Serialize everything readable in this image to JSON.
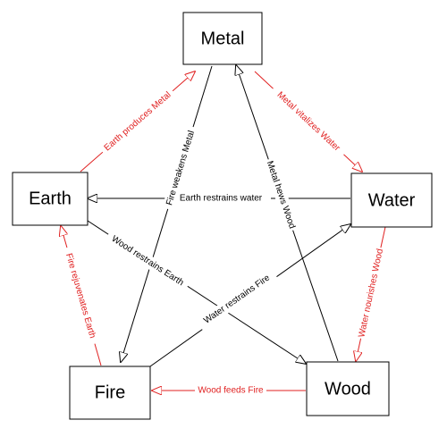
{
  "colors": {
    "generating": "#e02020",
    "controlling": "#000000",
    "node_border": "#000000",
    "node_fill": "#ffffff"
  },
  "nodes": {
    "metal": {
      "label": "Metal"
    },
    "water": {
      "label": "Water"
    },
    "wood": {
      "label": "Wood"
    },
    "fire": {
      "label": "Fire"
    },
    "earth": {
      "label": "Earth"
    }
  },
  "edges": [
    {
      "id": "earth-produces-metal",
      "from": "earth",
      "to": "metal",
      "label": "Earth produces Metal",
      "kind": "generating"
    },
    {
      "id": "metal-vitalizes-water",
      "from": "metal",
      "to": "water",
      "label": "Metal vitalizes Water",
      "kind": "generating"
    },
    {
      "id": "water-nourishes-wood",
      "from": "water",
      "to": "wood",
      "label": "Water nourishes Wood",
      "kind": "generating"
    },
    {
      "id": "wood-feeds-fire",
      "from": "wood",
      "to": "fire",
      "label": "Wood feeds Fire",
      "kind": "generating"
    },
    {
      "id": "fire-rejuvenates-earth",
      "from": "fire",
      "to": "earth",
      "label": "Fire rejuvenates Earth",
      "kind": "generating"
    },
    {
      "id": "earth-restrains-water",
      "from": "water",
      "to": "earth",
      "label": "Earth restrains water",
      "kind": "controlling"
    },
    {
      "id": "fire-weakens-metal",
      "from": "metal",
      "to": "fire",
      "label": "Fire weakens Metal",
      "kind": "controlling"
    },
    {
      "id": "metal-hews-wood",
      "from": "wood",
      "to": "metal",
      "label": "Metal hews Wood",
      "kind": "controlling"
    },
    {
      "id": "wood-restrains-earth",
      "from": "earth",
      "to": "wood",
      "label": "Wood restrains Earth",
      "kind": "controlling"
    },
    {
      "id": "water-restrains-fire",
      "from": "fire",
      "to": "water",
      "label": "Water restrains Fire",
      "kind": "controlling"
    }
  ]
}
